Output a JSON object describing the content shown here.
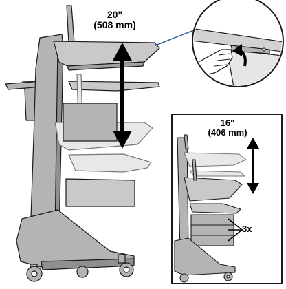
{
  "main_height": {
    "inches": "20\"",
    "mm": "(508 mm)"
  },
  "inset": {
    "height_inches": "16\"",
    "height_mm": "(406 mm)",
    "drawer_count": "3x"
  },
  "colors": {
    "cart_fill": "#b4b4b4",
    "cart_light": "#d2d2d2",
    "outline": "#1a1a1a",
    "callout_line": "#2d5e9c",
    "arrow": "#000000"
  },
  "icons": {
    "detail_callout": "hand-lever-release-icon",
    "height_arrow": "double-headed-arrow-icon"
  }
}
